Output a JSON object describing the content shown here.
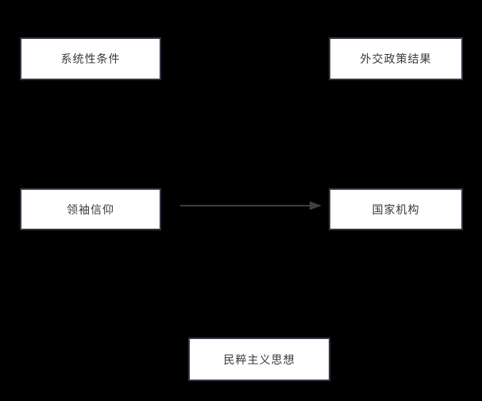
{
  "diagram": {
    "nodes": [
      {
        "id": "systemic-conditions",
        "label": "系统性条件"
      },
      {
        "id": "foreign-policy-outcomes",
        "label": "外交政策结果"
      },
      {
        "id": "leader-beliefs",
        "label": "领袖信仰"
      },
      {
        "id": "state-institutions",
        "label": "国家机构"
      },
      {
        "id": "populist-ideology",
        "label": "民粹主义思想"
      }
    ],
    "edges": [
      {
        "from": "领袖信仰",
        "to": "国家机构",
        "style": "solid-arrow"
      }
    ],
    "colors": {
      "background": "#000000",
      "node_fill": "#ffffff",
      "node_border": "#313743",
      "node_text": "#3a3a3a",
      "arrow": "#3f3f3f"
    }
  }
}
